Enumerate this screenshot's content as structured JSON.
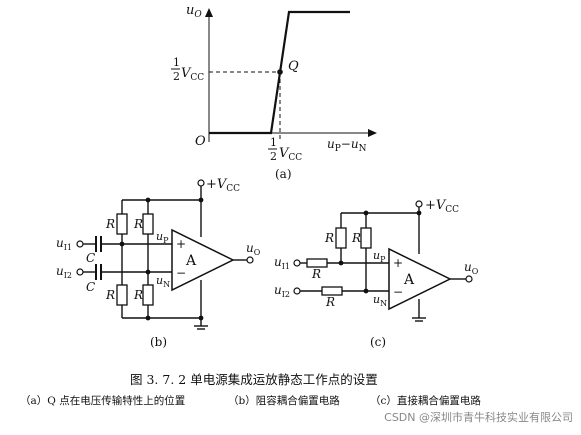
{
  "graph_a": {
    "y_axis": "u",
    "y_axis_sub": "O",
    "x_axis": "u",
    "x_axis_sub_p": "P",
    "x_axis_mid": "−u",
    "x_axis_sub_n": "N",
    "origin": "O",
    "half_num": "1",
    "half_den": "2",
    "vcc_v": "V",
    "vcc_sub": "CC",
    "point": "Q",
    "caption": "(a)"
  },
  "circuit_b": {
    "supply": "+V",
    "supply_sub": "CC",
    "r": "R",
    "c": "C",
    "in1": "u",
    "in1_sub": "I1",
    "in2": "u",
    "in2_sub": "I2",
    "up": "u",
    "up_sub": "P",
    "un": "u",
    "un_sub": "N",
    "plus": "+",
    "minus": "−",
    "amp": "A",
    "out": "u",
    "out_sub": "O",
    "caption": "(b)"
  },
  "circuit_c": {
    "supply": "+V",
    "supply_sub": "CC",
    "r": "R",
    "in1": "u",
    "in1_sub": "I1",
    "in2": "u",
    "in2_sub": "I2",
    "up": "u",
    "up_sub": "P",
    "un": "u",
    "un_sub": "N",
    "plus": "+",
    "minus": "−",
    "amp": "A",
    "out": "u",
    "out_sub": "O",
    "caption": "(c)"
  },
  "figure": {
    "title": "图 3. 7. 2    单电源集成运放静态工作点的设置",
    "subcaption_a": "（a）Q 点在电压传输特性上的位置",
    "subcaption_b": "（b）阻容耦合偏置电路",
    "subcaption_c": "（c）直接耦合偏置电路",
    "watermark": "CSDN @深圳市青牛科技实业有限公司"
  }
}
